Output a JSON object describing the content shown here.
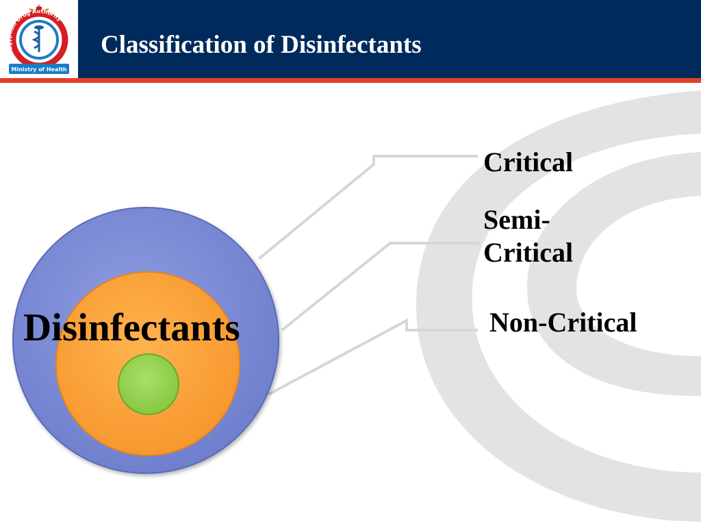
{
  "header": {
    "title": "Classification of Disinfectants",
    "logo": {
      "arc_text": "Egyptian Drug Authority",
      "banner_text": "Ministry of Health",
      "icon": "caduceus-icon"
    }
  },
  "diagram": {
    "center_label": "Disinfectants",
    "categories": [
      {
        "label": "Critical"
      },
      {
        "label": "Semi-\nCritical"
      },
      {
        "label": "Non-Critical"
      }
    ]
  },
  "colors": {
    "header_bg": "#002a5c",
    "header_stripe": "#e0412b",
    "outer_circle": "#7a8ad1",
    "middle_circle": "#fda33c",
    "inner_circle": "#95d54f",
    "swirl": "#d9d9d9"
  }
}
